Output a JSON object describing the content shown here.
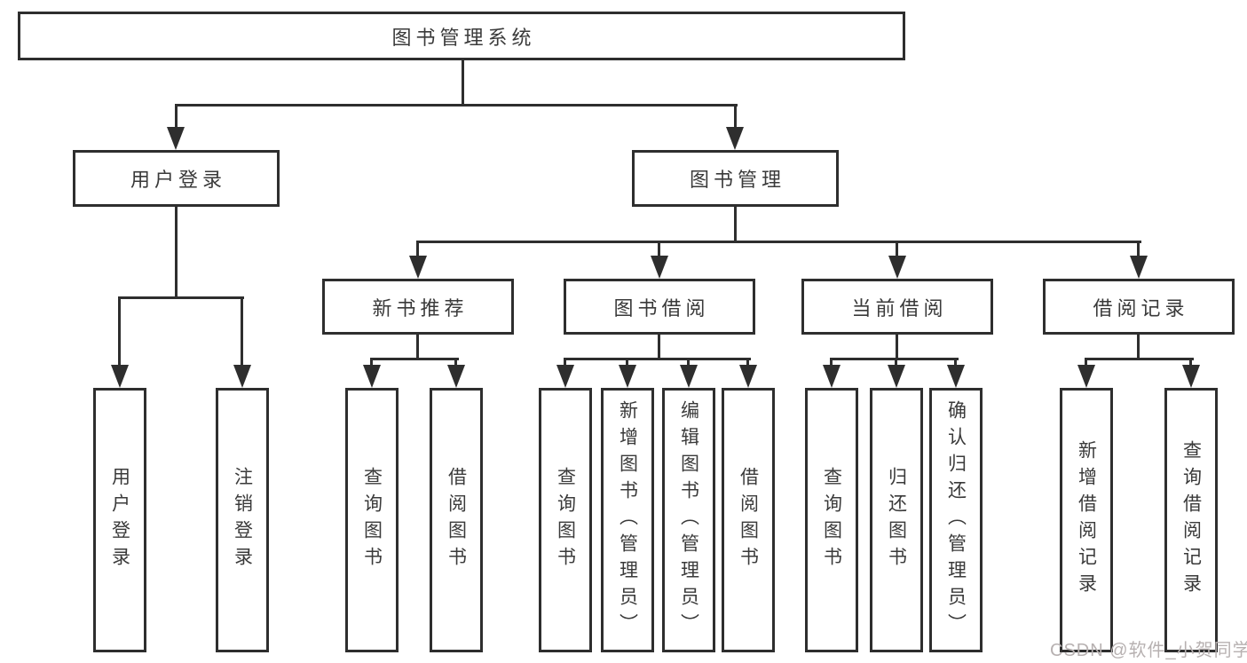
{
  "nodes": {
    "root": "图书管理系统",
    "user_login": "用户登录",
    "book_mgmt": "图书管理",
    "new_book_rec": "新书推荐",
    "book_borrow": "图书借阅",
    "current_borrow": "当前借阅",
    "borrow_record": "借阅记录",
    "leaf_user_login": "用户登录",
    "leaf_logout": "注销登录",
    "leaf_rec_query_book": "查询图书",
    "leaf_rec_borrow_book": "借阅图书",
    "leaf_bor_query_book": "查询图书",
    "leaf_bor_add_book": "新增图书（管理员）",
    "leaf_bor_edit_book": "编辑图书（管理员）",
    "leaf_bor_borrow_book": "借阅图书",
    "leaf_cur_query_book": "查询图书",
    "leaf_cur_return_book": "归还图书",
    "leaf_cur_confirm_return": "确认归还（管理员）",
    "leaf_record_add": "新增借阅记录",
    "leaf_record_query": "查询借阅记录"
  },
  "colors": {
    "line": "#2e2e2e",
    "text": "#3a3a3a",
    "watermark": "#b7b1b1"
  },
  "watermark": "CSDN @软件_小贺同学"
}
